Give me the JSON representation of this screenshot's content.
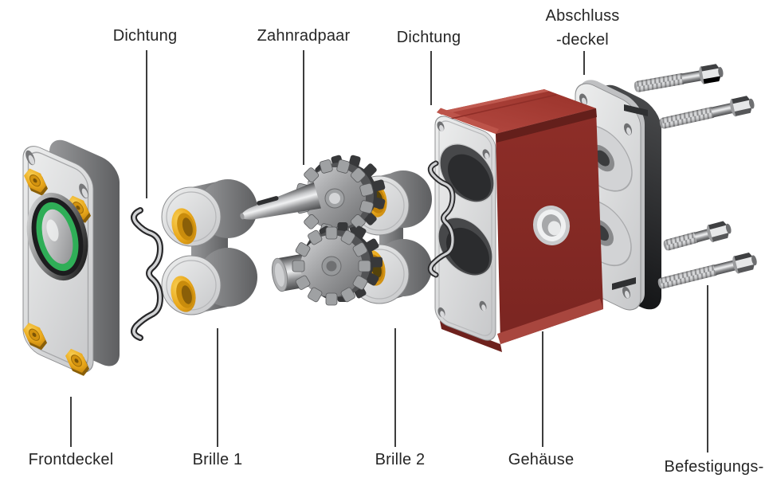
{
  "figure": {
    "kind": "exploded-view technical diagram",
    "language": "de"
  },
  "callouts": {
    "dichtung_top": {
      "label": "Dichtung"
    },
    "zahnradpaar": {
      "label": "Zahnradpaar"
    },
    "dichtung_right": {
      "label": "Dichtung"
    },
    "abschlussdeckel": {
      "line1": "Abschluss",
      "line2": "-deckel"
    },
    "frontdeckel": {
      "label": "Frontdeckel"
    },
    "brille1": {
      "label": "Brille 1"
    },
    "brille2": {
      "label": "Brille 2"
    },
    "gehaeuse": {
      "label": "Gehäuse"
    },
    "befestigungs": {
      "label": "Befestigungs-"
    }
  },
  "colors": {
    "housing_red_top": "#a63c36",
    "housing_red_side": "#8e2f29",
    "bushing_yellow": "#e9a91c",
    "seal_green": "#2fae57",
    "metal_light": "#d9dadb",
    "metal_dark": "#3a3b3d",
    "label_text": "#262626"
  }
}
